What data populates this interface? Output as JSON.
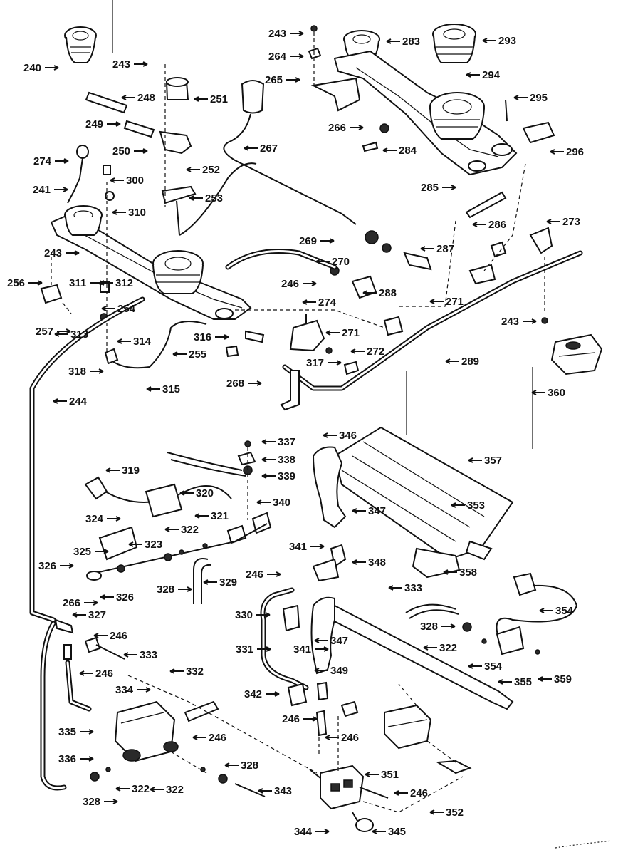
{
  "diagram": {
    "part_labels": [
      "240",
      "243",
      "248",
      "251",
      "249",
      "250",
      "274",
      "252",
      "300",
      "253",
      "241",
      "310",
      "243",
      "311",
      "312",
      "256",
      "254",
      "257",
      "313",
      "314",
      "318",
      "315",
      "244",
      "243",
      "264",
      "265",
      "267",
      "283",
      "293",
      "294",
      "295",
      "266",
      "284",
      "296",
      "285",
      "269",
      "270",
      "287",
      "246",
      "286",
      "273",
      "288",
      "271",
      "243",
      "274",
      "316",
      "271",
      "272",
      "255",
      "317",
      "289",
      "268",
      "360",
      "337",
      "338",
      "346",
      "357",
      "319",
      "339",
      "320",
      "353",
      "324",
      "321",
      "340",
      "347",
      "322",
      "323",
      "325",
      "341",
      "348",
      "326",
      "326",
      "328",
      "329",
      "246",
      "333",
      "358",
      "266",
      "327",
      "330",
      "354",
      "246",
      "331",
      "347",
      "328",
      "322",
      "333",
      "341",
      "349",
      "354",
      "359",
      "246",
      "332",
      "342",
      "355",
      "334",
      "246",
      "246",
      "246",
      "351",
      "335",
      "336",
      "328",
      "322",
      "322",
      "343",
      "246",
      "328",
      "352",
      "344",
      "345"
    ]
  }
}
